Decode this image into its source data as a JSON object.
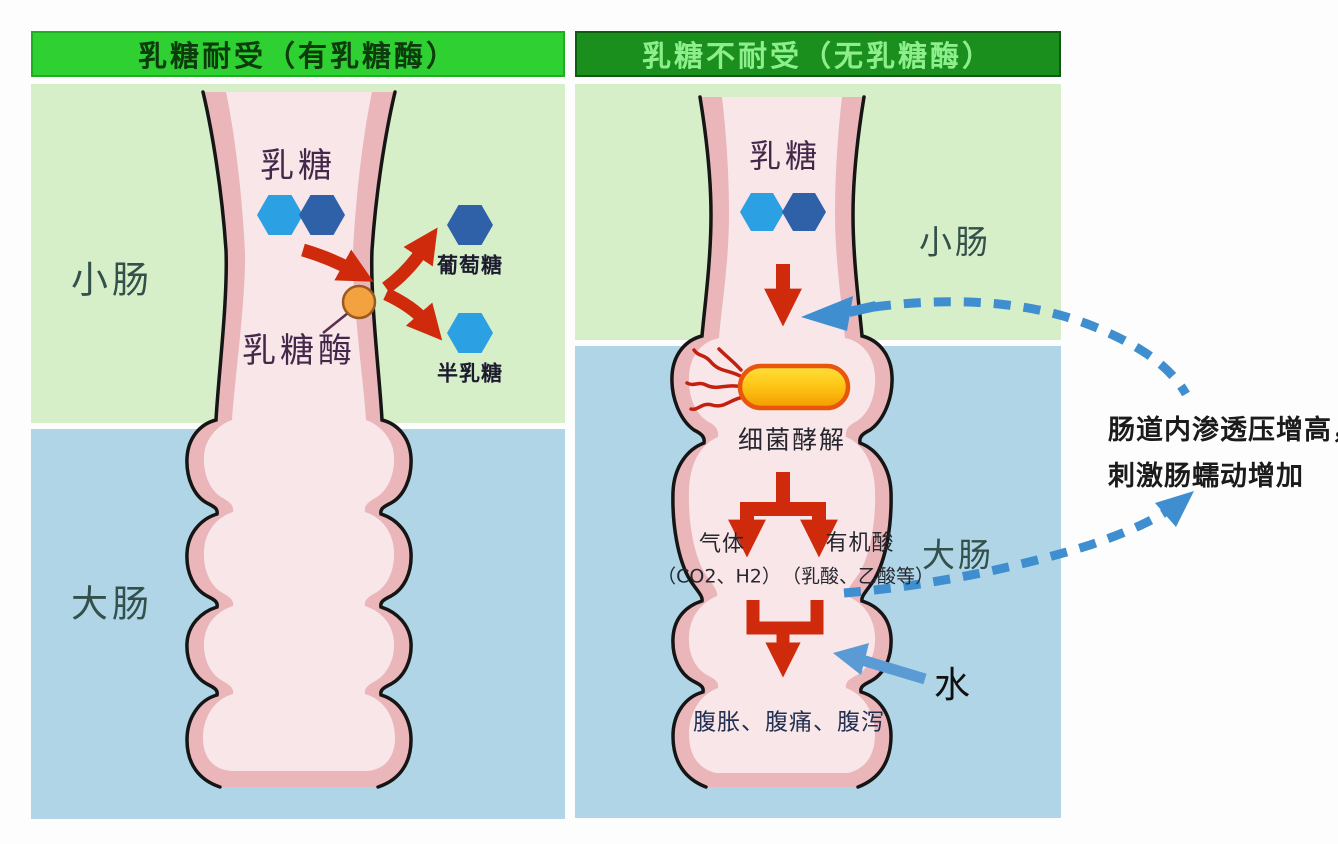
{
  "left_panel": {
    "header": "乳糖耐受（有乳糖酶）",
    "region_labels": {
      "small_intestine": "小肠",
      "large_intestine": "大肠"
    },
    "labels": {
      "lactose": "乳糖",
      "lactase": "乳糖酶",
      "glucose": "葡萄糖",
      "galactose": "半乳糖"
    }
  },
  "right_panel": {
    "header": "乳糖不耐受（无乳糖酶）",
    "region_labels": {
      "small_intestine": "小肠",
      "large_intestine": "大肠"
    },
    "labels": {
      "lactose": "乳糖",
      "bacterial_fermentation": "细菌酵解",
      "gas": "气体",
      "gas_detail": "（CO2、H2）",
      "organic_acid": "有机酸",
      "organic_acid_detail": "（乳酸、乙酸等）",
      "symptoms": "腹胀、腹痛、腹泻",
      "water": "水"
    }
  },
  "annotation": {
    "line1": "肠道内渗透压增高，",
    "line2": "刺激肠蠕动增加"
  },
  "colors": {
    "header_left_bg": "#2ed032",
    "header_left_text": "#0c3c0c",
    "header_right_bg": "#1a8f1d",
    "header_right_text": "#8cef8c",
    "small_intestine_bg": "#d6efc8",
    "large_intestine_bg": "#afd5e6",
    "intestine_wall": "#eab6ba",
    "intestine_lumen": "#f8e6e8",
    "intestine_outline": "#151515",
    "hexagon_light_blue": "#2ba0e2",
    "hexagon_dark_blue": "#2f61a8",
    "arrow_red": "#cf2a0c",
    "water_arrow_blue": "#5b9bd5",
    "dashed_arrow_blue": "#3f8ed0",
    "enzyme_orange": "#f2a340",
    "bacteria_yellow": "#fdc414",
    "bacteria_outline": "#e8560e"
  }
}
